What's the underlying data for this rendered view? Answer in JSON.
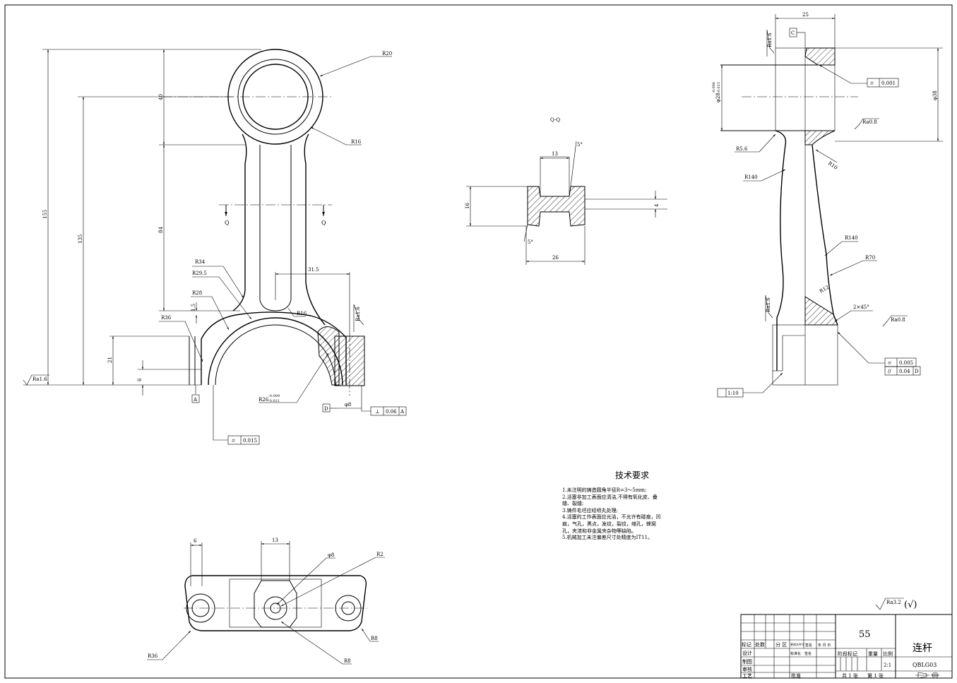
{
  "drawing": {
    "part_name": "连杆",
    "drawing_number": "QBLG03",
    "material_or_code": "55",
    "scale": "2:1",
    "sheets_total": "共 1 张",
    "sheet_no": "第 1 张",
    "general_roughness": "Ra3.2",
    "general_roughness_suffix": "(√)"
  },
  "tech_requirements": {
    "title": "技术要求",
    "items": [
      "1.未注明的铸造圆角半径R=3～5mm;",
      "2.活塞非加工表面应清洁,不得有氧化皮、叠",
      "   缝、裂缝;",
      "3.铸件毛坯应经喷丸处理;",
      "4.活塞的工作表面应光洁，不允许有碰痕，凹",
      "   痕，气孔，黑点，发纹，裂纹，缩孔，蜂窝",
      "   孔，夹渣和非金属夹杂物等缺陷。",
      "5.机械加工未注偏差尺寸处精度为IT11。"
    ]
  },
  "title_block": {
    "row_labels": [
      "标记",
      "设计",
      "制图",
      "审核",
      "工艺"
    ],
    "header_cells": [
      "处数",
      "分 区",
      "更改文件号",
      "签名",
      "年 月 日"
    ],
    "design_extra": [
      "标准化",
      "签名"
    ],
    "approve": "批准",
    "stage_mark": "阶段标记",
    "weight": "重量",
    "ratio": "比例"
  },
  "front_view": {
    "dims": [
      "155",
      "135",
      "40",
      "84",
      "31.5",
      "21",
      "6",
      "1.5"
    ],
    "radii": [
      "R20",
      "R16",
      "R34",
      "R29.5",
      "R28",
      "R36",
      "R16"
    ],
    "bore_dim": "R26",
    "bore_tol_upper": "-0.009",
    "bore_tol_lower": "-0.021",
    "pin_dim": "φ8",
    "section_mark": "Q",
    "datum_a": "A",
    "datum_d": "D",
    "roughness": [
      "Ra1.6",
      "Ra1.6"
    ],
    "tol_cyl": "0.015",
    "tol_perp": "0.06",
    "tol_perp_ref": "A"
  },
  "section_view": {
    "title": "Q-Q",
    "dims": [
      "13",
      "16",
      "26",
      "4"
    ],
    "angles": [
      "5°",
      "5°"
    ]
  },
  "side_view": {
    "dims": [
      "25"
    ],
    "dia_left": "φ28",
    "dia_left_tol_upper": "-0.006",
    "dia_left_tol_lower": "-0.015",
    "dia_right": "φ38",
    "radii": [
      "R5.6",
      "R140",
      "R10",
      "R140",
      "R70",
      "R12"
    ],
    "chamfer": "2×45°",
    "roughness": [
      "Ra1.6",
      "Ra0.8",
      "Ra1.6",
      "Ra0.8"
    ],
    "datum_c": "C",
    "tol_top": "0.001",
    "tol_flat": "0.005",
    "tol_par": "0.04",
    "tol_par_ref": "D",
    "taper": "1:10"
  },
  "bottom_view": {
    "dims": [
      "6",
      "13"
    ],
    "labels": [
      "φ8",
      "R2",
      "R36",
      "R8",
      "R8"
    ]
  }
}
